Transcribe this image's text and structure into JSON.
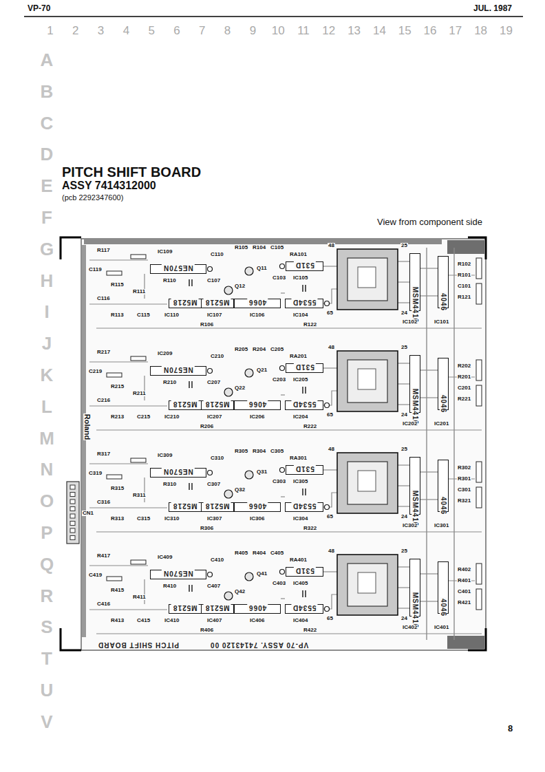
{
  "diagram": {
    "title": "PITCH SHIFT BOARD",
    "nodes": [
      {
        "text": [
          "PITCH SHIFT BOARD",
          "VP-70 ASSY. 74143120 00"
        ]
      },
      {
        "text": [
          "NE570N"
        ],
        "in": 0
      },
      {
        "text": [
          "531D"
        ],
        "in": 0
      },
      {
        "text": [
          "M5218"
        ],
        "in": 0
      },
      {
        "text": [
          "M5218"
        ],
        "in": 0
      },
      {
        "text": [
          "4066"
        ],
        "in": 0
      },
      {
        "text": [
          "5534D"
        ],
        "in": 0
      },
      {
        "text": [
          "MSM4416"
        ],
        "in": 0
      },
      {
        "text": [
          "4046"
        ],
        "in": 0
      },
      {
        "text": [
          "NE570N"
        ],
        "in": 0
      },
      {
        "text": [
          "531D"
        ],
        "in": 0
      },
      {
        "text": [
          "M5218"
        ],
        "in": 0
      },
      {
        "text": [
          "M5218"
        ],
        "in": 0
      },
      {
        "text": [
          "4066"
        ],
        "in": 0
      },
      {
        "text": [
          "5534D"
        ],
        "in": 0
      },
      {
        "text": [
          "MSM4416"
        ],
        "in": 0
      },
      {
        "text": [
          "4046"
        ],
        "in": 0
      },
      {
        "text": [
          "NE570N"
        ],
        "in": 0
      },
      {
        "text": [
          "531D"
        ],
        "in": 0
      },
      {
        "text": [
          "M5218"
        ],
        "in": 0
      },
      {
        "text": [
          "M5218"
        ],
        "in": 0
      },
      {
        "text": [
          "4066"
        ],
        "in": 0
      },
      {
        "text": [
          "5534D"
        ],
        "in": 0
      },
      {
        "text": [
          "MSM4416"
        ],
        "in": 0
      },
      {
        "text": [
          "4046"
        ],
        "in": 0
      },
      {
        "text": [
          "NE570N"
        ],
        "in": 0
      },
      {
        "text": [
          "531D"
        ],
        "in": 0
      },
      {
        "text": [
          "M5218"
        ],
        "in": 0
      },
      {
        "text": [
          "M5218"
        ],
        "in": 0
      },
      {
        "text": [
          "4066"
        ],
        "in": 0
      },
      {
        "text": [
          "5534D"
        ],
        "in": 0
      },
      {
        "text": [
          "MSM4416"
        ],
        "in": 0
      },
      {
        "text": [
          "4046"
        ],
        "in": 0
      }
    ],
    "labels": [
      "VP-70",
      "JUL. 1987",
      "1",
      "2",
      "3",
      "4",
      "5",
      "6",
      "7",
      "8",
      "9",
      "10",
      "11",
      "12",
      "13",
      "14",
      "15",
      "16",
      "17",
      "18",
      "19",
      "A",
      "B",
      "C",
      "D",
      "E",
      "F",
      "G",
      "H",
      "I",
      "J",
      "K",
      "L",
      "M",
      "N",
      "O",
      "P",
      "Q",
      "R",
      "S",
      "T",
      "U",
      "V",
      "ASSY 7414312000",
      "(pcb 2292347600)",
      "View from component side",
      "Roland",
      "CN1",
      "8",
      "IC109",
      "C110",
      "R105",
      "R104",
      "C105",
      "RA101",
      "R117",
      "C119",
      "R110",
      "C107",
      "Q11",
      "C103",
      "Q12",
      "IC105",
      "R115",
      "R111",
      "C116",
      "R113",
      "C115",
      "IC110",
      "IC107",
      "IC106",
      "IC104",
      "R122",
      "R106",
      "48",
      "25",
      "65",
      "24",
      "IC102",
      "IC101",
      "R102",
      "R101",
      "C101",
      "R121",
      "IC209",
      "C210",
      "R205",
      "R204",
      "C205",
      "RA201",
      "R217",
      "C219",
      "R210",
      "C207",
      "Q21",
      "C203",
      "Q22",
      "IC205",
      "R215",
      "R211",
      "C216",
      "R213",
      "C215",
      "IC210",
      "IC207",
      "IC206",
      "IC204",
      "R222",
      "R206",
      "48",
      "25",
      "65",
      "24",
      "IC202",
      "IC201",
      "R202",
      "R201",
      "C201",
      "R221",
      "IC309",
      "C310",
      "R305",
      "R304",
      "C305",
      "RA301",
      "R317",
      "C319",
      "R310",
      "C307",
      "Q31",
      "C303",
      "Q32",
      "IC305",
      "R315",
      "R311",
      "C316",
      "R313",
      "C315",
      "IC310",
      "IC307",
      "IC306",
      "IC304",
      "R322",
      "R306",
      "48",
      "25",
      "65",
      "24",
      "IC302",
      "IC301",
      "R302",
      "R301",
      "C301",
      "R321",
      "IC409",
      "C410",
      "R405",
      "R404",
      "C405",
      "RA401",
      "R417",
      "C419",
      "R410",
      "C407",
      "Q41",
      "C403",
      "Q42",
      "IC405",
      "R415",
      "R411",
      "C416",
      "R413",
      "C415",
      "IC410",
      "IC407",
      "IC406",
      "IC404",
      "R422",
      "R406",
      "48",
      "25",
      "65",
      "24",
      "IC402",
      "IC401",
      "R402",
      "R401",
      "C401",
      "R421"
    ]
  }
}
